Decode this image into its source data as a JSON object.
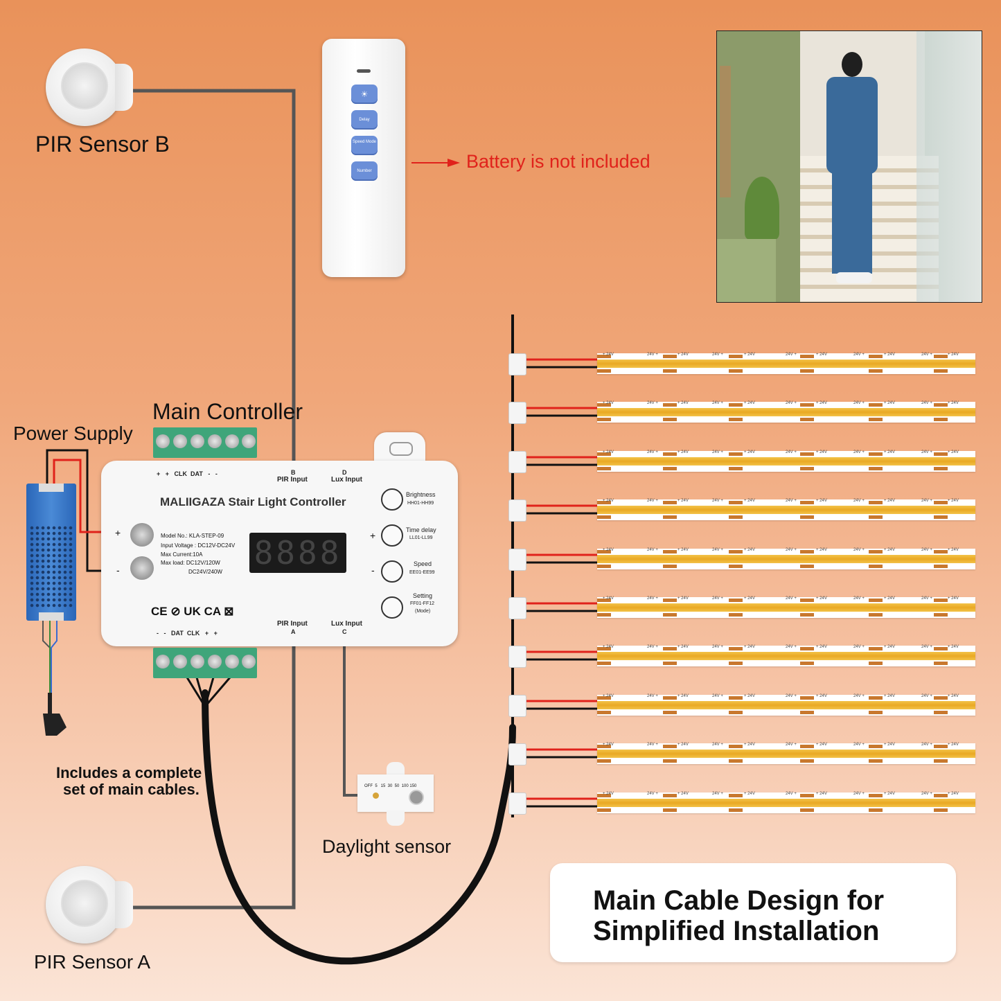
{
  "labels": {
    "pir_b": "PIR Sensor B",
    "pir_a": "PIR Sensor A",
    "battery_note": "Battery is not included",
    "main_controller": "Main Controller",
    "power_supply": "Power Supply",
    "includes_line1": "Includes a complete",
    "includes_line2": "set of main cables.",
    "daylight_sensor": "Daylight sensor",
    "bottom_title_line1": "Main Cable Design for",
    "bottom_title_line2": "Simplified Installation"
  },
  "remote": {
    "buttons": [
      "☀",
      "Delay",
      "Speed Mode",
      "Number"
    ]
  },
  "controller": {
    "title": "MALIIGAZA Stair Light Controller",
    "top_terminals": "+   +   CLK  DAT   -   -",
    "bottom_terminals": "-   -   DAT  CLK   +   +",
    "pir_b_line1": "B",
    "pir_b_line2": "PIR  Input",
    "lux_d_line1": "D",
    "lux_d_line2": "Lux Input",
    "pir_a_line1": "PIR  Input",
    "pir_a_line2": "A",
    "lux_c_line1": "Lux Input",
    "lux_c_line2": "C",
    "plus": "+",
    "minus": "-",
    "display": "8888",
    "specs": [
      "Model No.: KLA-STEP-09",
      "Input Voltage : DC12V-DC24V",
      "Max Current:10A",
      "Max  load: DC12V/120W",
      "DC24V/240W"
    ],
    "cert": "CE  ⊘  UK CA  ⊠",
    "buttons": [
      {
        "name": "Brightness",
        "range": "HH01-HH99"
      },
      {
        "name": "Time delay",
        "range": "LL01-LL99"
      },
      {
        "name": "Speed",
        "range": "EE01-EE99"
      },
      {
        "name": "Setting",
        "range": "FF01-FF12",
        "extra": "(Mode)"
      }
    ]
  },
  "daylight": {
    "scale": "OFF  5   15  30  50  100 150"
  },
  "strip": {
    "plus_label": "+ 24V",
    "minus_label": "24V +",
    "count": 10
  },
  "colors": {
    "wire_red": "#e0221b",
    "wire_black": "#111111",
    "wire_gray": "#555555",
    "battery_red": "#e0221b",
    "strip_yellow": "#f0b535"
  }
}
